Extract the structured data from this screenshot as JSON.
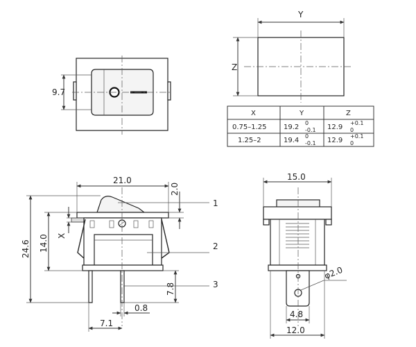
{
  "top_left_view": {
    "dim_label": "9.7"
  },
  "cutout_view": {
    "width_label": "Y",
    "height_label": "Z"
  },
  "dimension_table": {
    "headers": [
      "X",
      "Y",
      "Z"
    ],
    "rows": [
      {
        "x": "0.75–1.25",
        "y_value": "19.2",
        "y_upper": "0",
        "y_lower": "-0.1",
        "z_value": "12.9",
        "z_upper": "+0.1",
        "z_lower": "0"
      },
      {
        "x": "1.25–2",
        "y_value": "19.4",
        "y_upper": "0",
        "y_lower": "-0.1",
        "z_value": "12.9",
        "z_upper": "+0.1",
        "z_lower": "0"
      }
    ]
  },
  "side_view": {
    "width_top": "21.0",
    "height_top": "2.0",
    "total_height": "24.6",
    "body_height": "14.0",
    "panel_thickness": "X",
    "pin_length": "7.8",
    "pin_thickness": "0.8",
    "pin_spacing": "7.1",
    "part_labels": [
      "1",
      "2",
      "3"
    ]
  },
  "end_view": {
    "width_top": "15.0",
    "hole_diameter": "φ2.0",
    "tab_width": "4.8",
    "bottom_width": "12.0"
  }
}
